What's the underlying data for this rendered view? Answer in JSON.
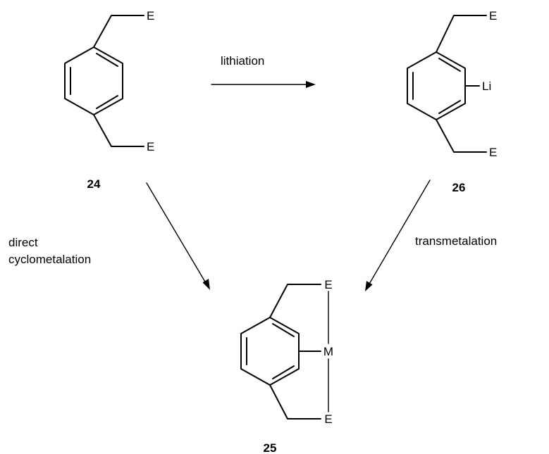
{
  "compounds": [
    {
      "id": "24",
      "label": "24",
      "atoms": {
        "top": "E",
        "bottom": "E"
      }
    },
    {
      "id": "26",
      "label": "26",
      "atoms": {
        "top": "E",
        "middle": "Li",
        "bottom": "E"
      }
    },
    {
      "id": "25",
      "label": "25",
      "atoms": {
        "top": "E",
        "middle": "M",
        "bottom": "E"
      }
    }
  ],
  "reactions": [
    {
      "from": "24",
      "to": "26",
      "label_lines": [
        "lithiation"
      ]
    },
    {
      "from": "24",
      "to": "25",
      "label_lines": [
        "direct",
        "cyclometalation"
      ]
    },
    {
      "from": "26",
      "to": "25",
      "label_lines": [
        "transmetalation"
      ]
    }
  ]
}
